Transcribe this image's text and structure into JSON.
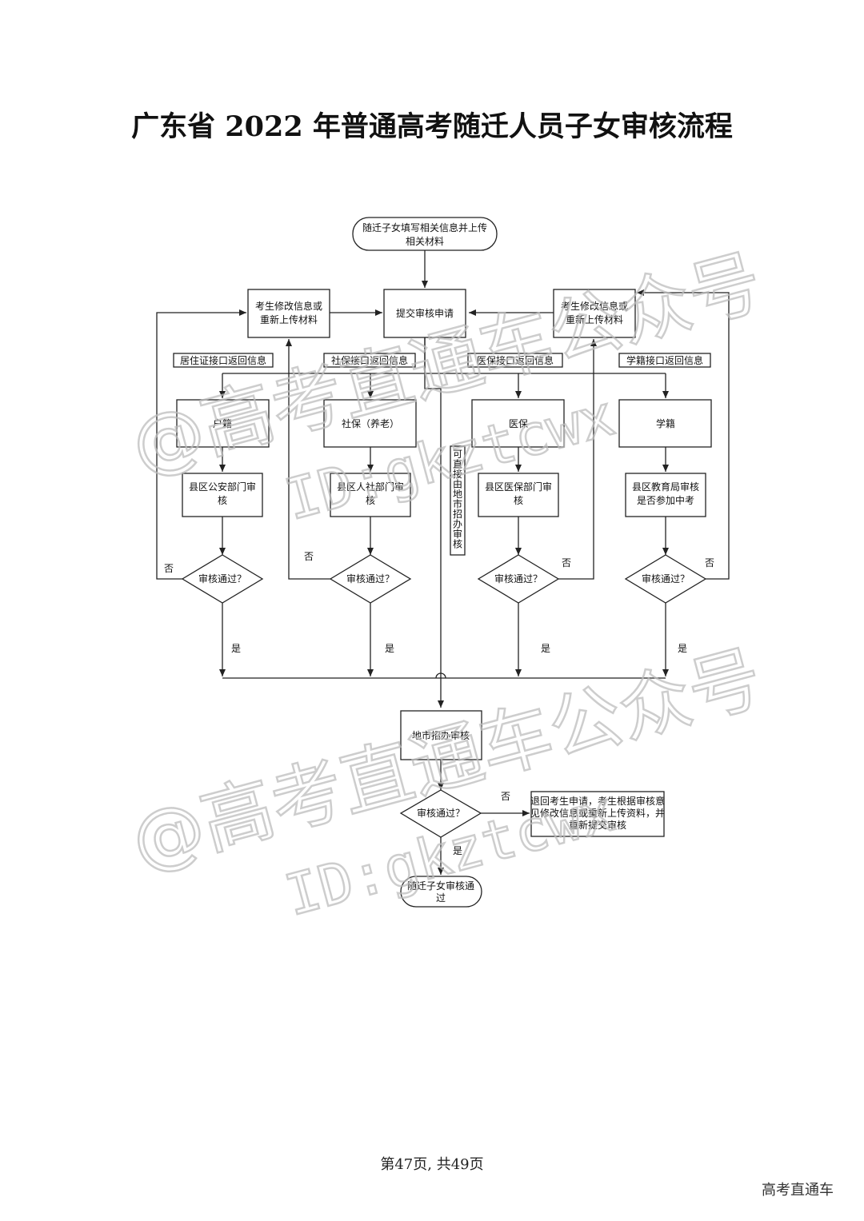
{
  "page": {
    "title": "广东省 2022 年普通高考随迁人员子女审核流程",
    "footer": "第47页, 共49页",
    "brand": "高考直通车"
  },
  "watermark": {
    "line1": "@高考直通车公众号",
    "line2": "ID:gkztcwx"
  },
  "flow": {
    "start": [
      "随迁子女填写相关信息并上传",
      "相关材料"
    ],
    "submit": "提交审核申请",
    "modify_left": [
      "考生修改信息或",
      "重新上传材料"
    ],
    "modify_right": [
      "考生修改信息或",
      "重新上传材料"
    ],
    "returns": [
      "居住证接口返回信息",
      "社保接口返回信息",
      "医保接口返回信息",
      "学籍接口返回信息"
    ],
    "categories": [
      "户籍",
      "社保（养老）",
      "医保",
      "学籍"
    ],
    "reviews": [
      [
        "县区公安部门审",
        "核"
      ],
      [
        "县区人社部门审",
        "核"
      ],
      [
        "县区医保部门审",
        "核"
      ],
      [
        "县区教育局审核",
        "是否参加中考"
      ]
    ],
    "direct_note": "可直接由地市招办审核",
    "decision": "审核通过？",
    "yes": "是",
    "no": "否",
    "city_review": "地市招办审核",
    "final_decision": "审核通过？",
    "reject": [
      "退回考生申请，考生根据审核意",
      "见修改信息或重新上传资料，并",
      "重新提交审核"
    ],
    "end": [
      "随迁子女审核通",
      "过"
    ]
  }
}
